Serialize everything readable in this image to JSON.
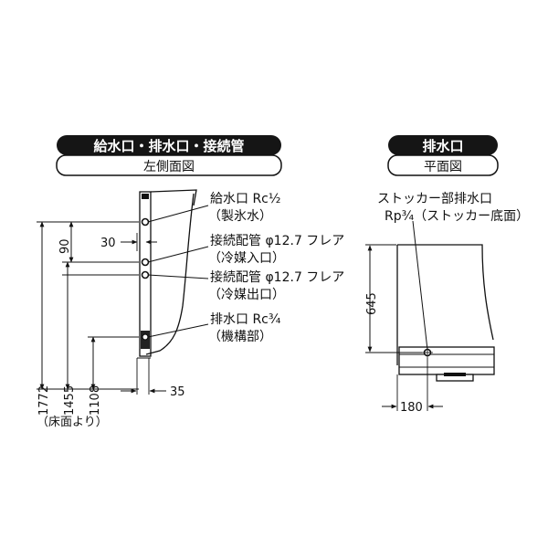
{
  "left_view": {
    "title": "給水口・排水口・接続管",
    "subtitle": "左側面図"
  },
  "plan_view": {
    "title": "排水口",
    "subtitle": "平面図"
  },
  "labels": {
    "supply": "給水口 Rc½",
    "supply_note": "（製氷水）",
    "pipe_in": "接続配管 φ12.7 フレア",
    "pipe_in_note": "（冷媒入口）",
    "pipe_out": "接続配管 φ12.7 フレア",
    "pipe_out_note": "（冷媒出口）",
    "drain": "排水口 Rc¾",
    "drain_note": "（機構部）",
    "stocker_drain": "ストッカー部排水口",
    "stocker_drain_spec": "Rp¾（ストッカー底面）"
  },
  "dimensions": {
    "d90": "90",
    "d30": "30",
    "d1772": "1772",
    "d1455": "1455",
    "d1108": "1108",
    "d35": "35",
    "floor_note": "（床面より）",
    "d645": "645",
    "d180": "180"
  }
}
